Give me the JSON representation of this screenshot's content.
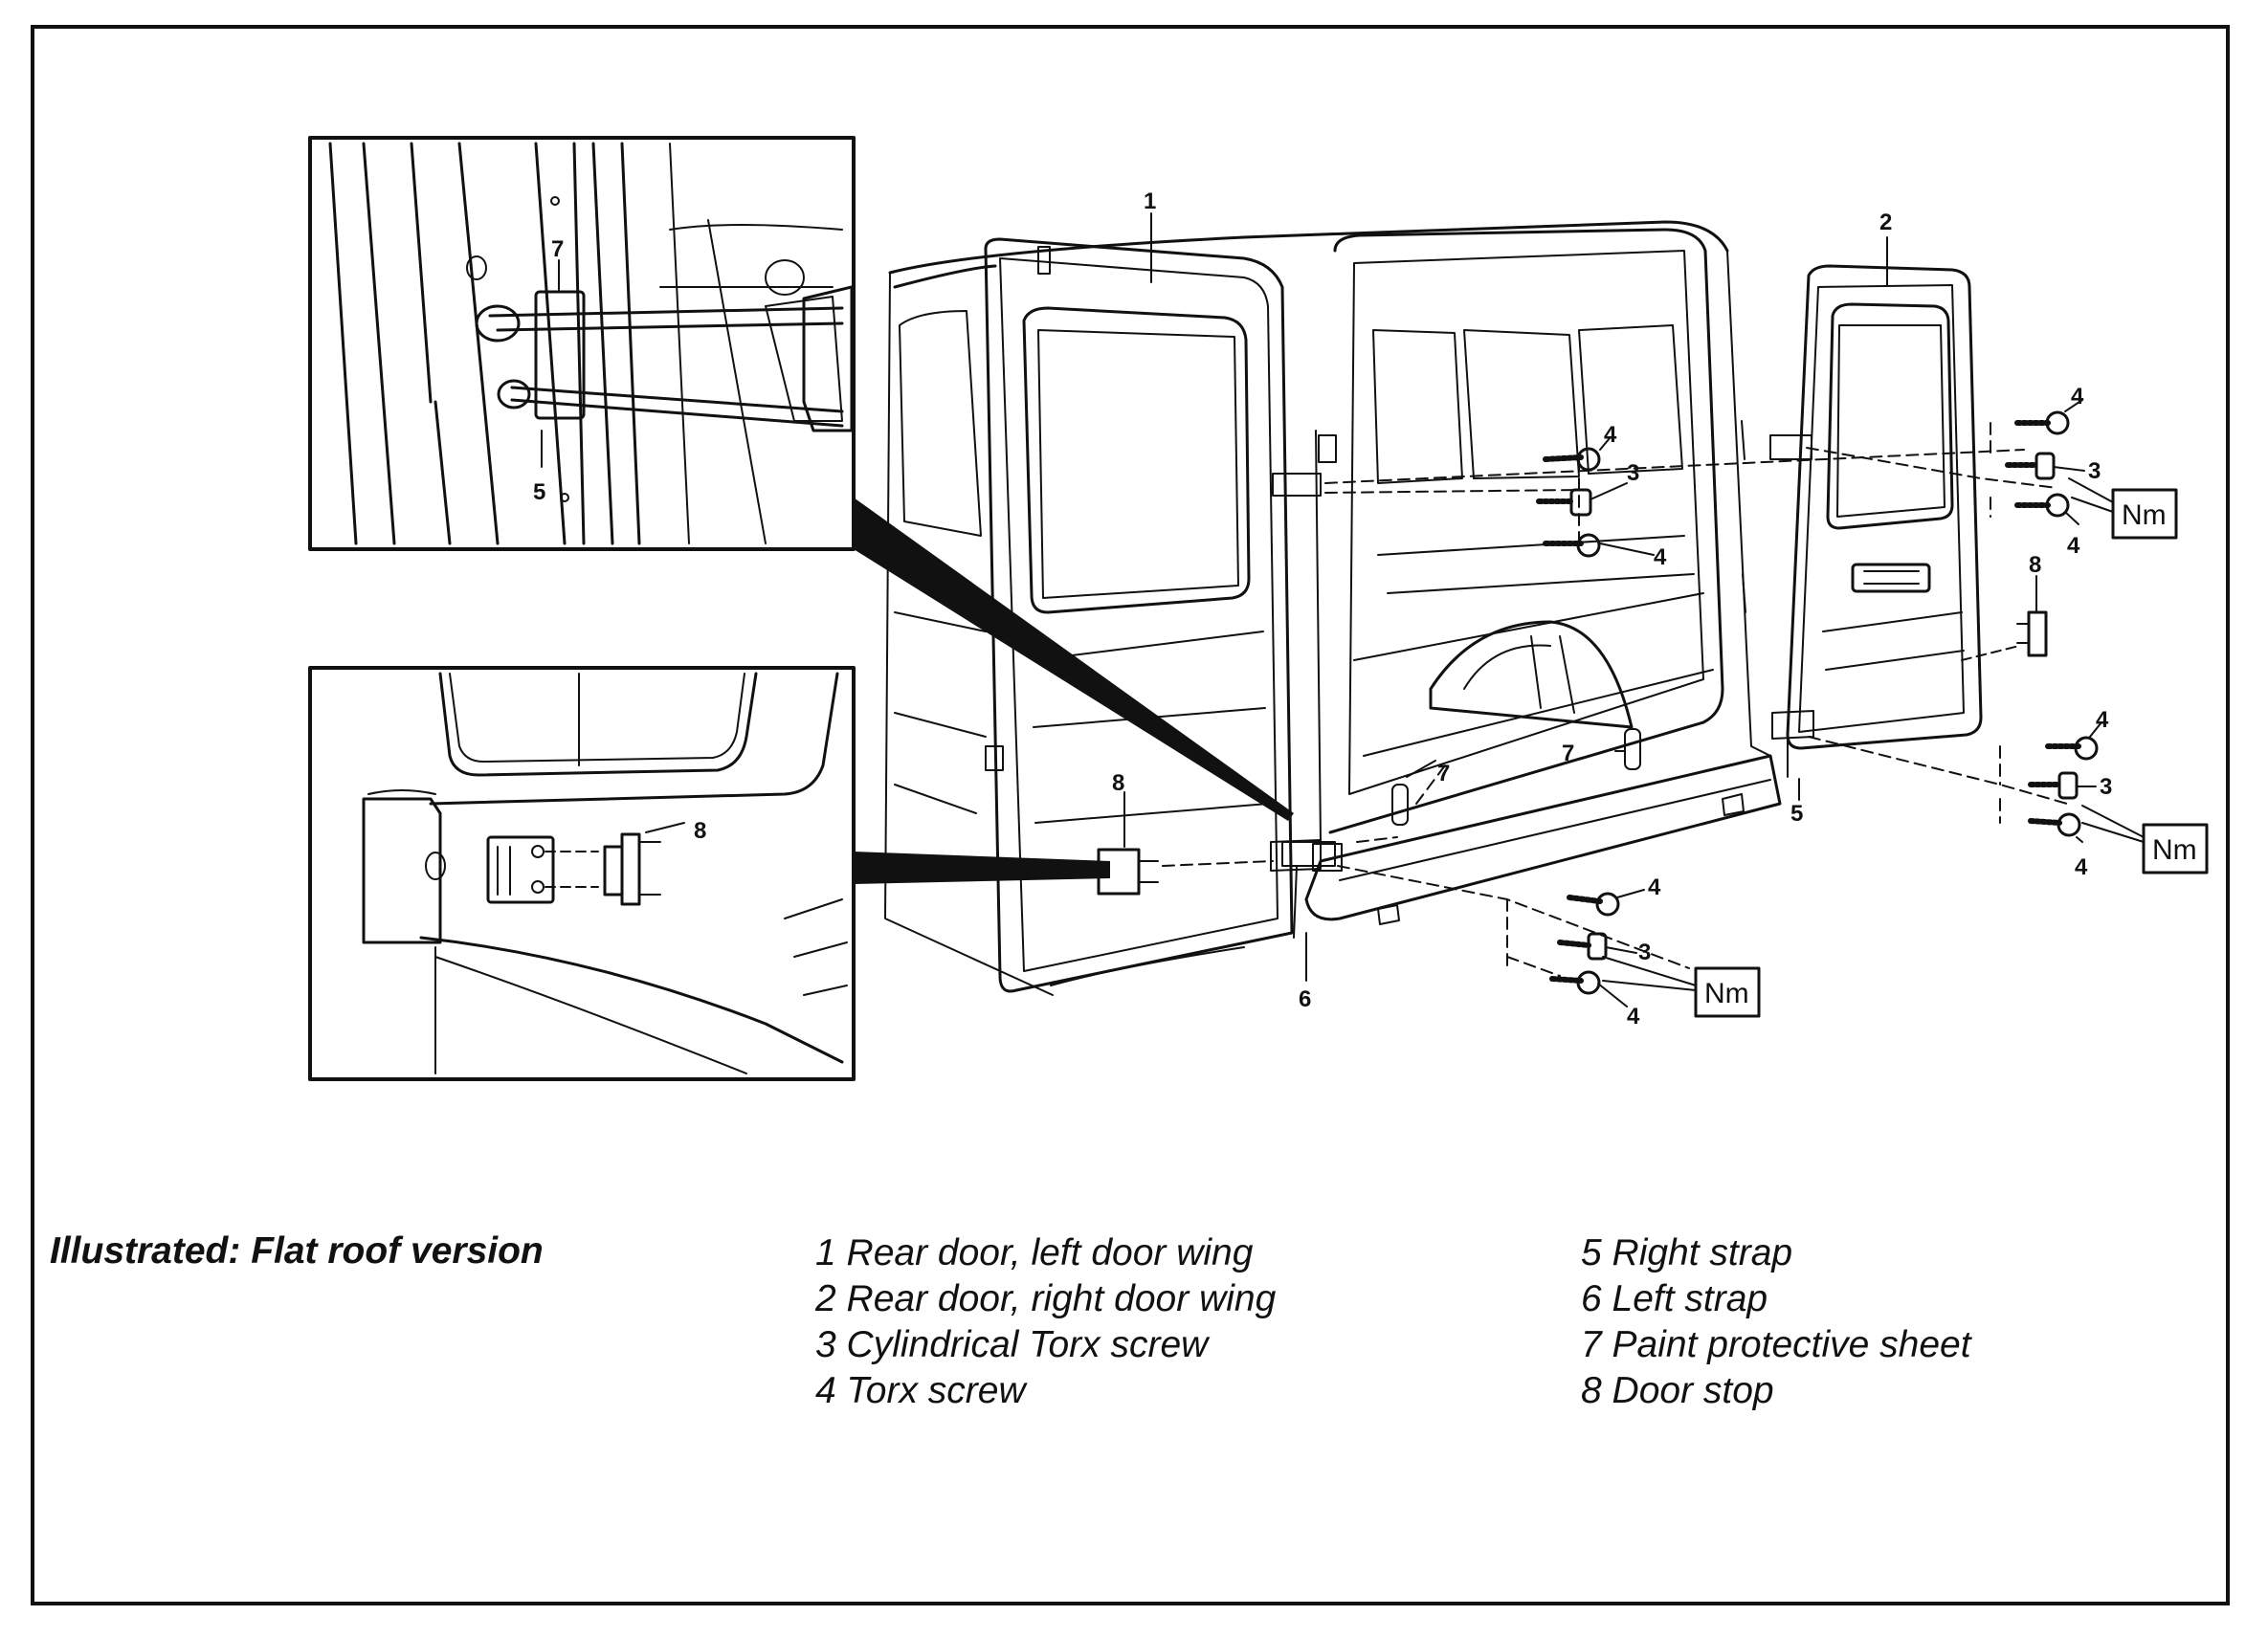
{
  "callouts": {
    "c1": "1",
    "c2": "2",
    "c3": "3",
    "c4": "4",
    "c5": "5",
    "c6": "6",
    "c7": "7",
    "c8": "8"
  },
  "torque_label": "Nm",
  "caption": "Illustrated: Flat roof version",
  "legend": {
    "col1": [
      "1 Rear door, left door wing",
      "2 Rear door, right door wing",
      "3 Cylindrical Torx screw",
      "4 Torx screw"
    ],
    "col2": [
      "5 Right strap",
      "6 Left strap",
      "7 Paint protective sheet",
      "8 Door stop"
    ]
  }
}
